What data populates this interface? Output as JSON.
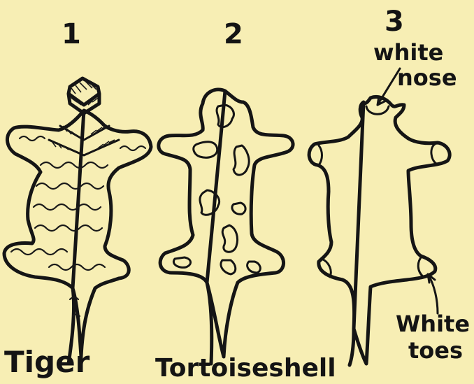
{
  "figures": [
    {
      "number": "1",
      "label": "Tiger"
    },
    {
      "number": "2",
      "label": "Tortoiseshell"
    },
    {
      "number": "3",
      "label": ""
    }
  ],
  "annotations": {
    "nose_line1": "white",
    "nose_line2": "nose",
    "toes_line1": "White",
    "toes_line2": "toes"
  },
  "colors": {
    "background": "#f7eeb4",
    "ink": "#151515"
  }
}
